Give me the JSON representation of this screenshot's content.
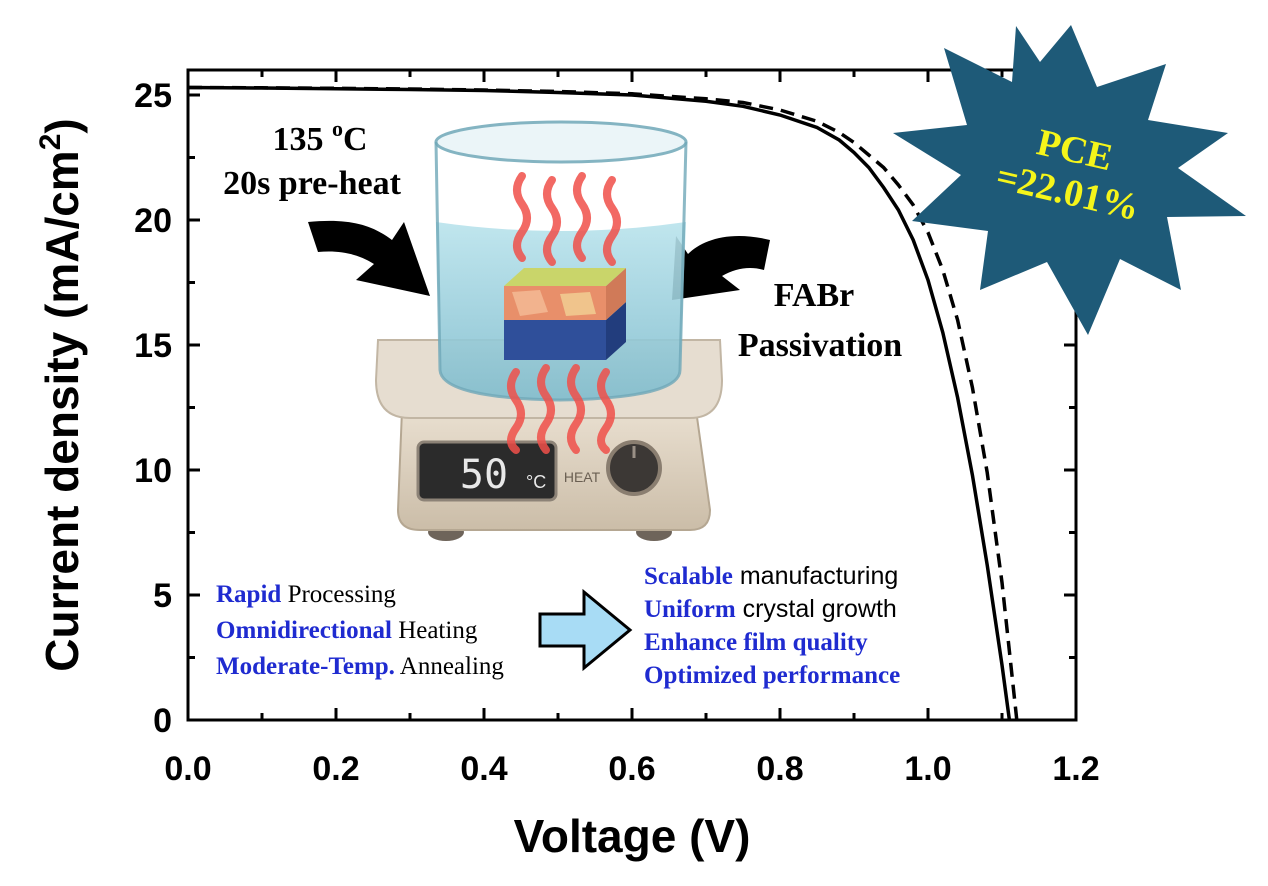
{
  "chart_data": {
    "type": "line",
    "xlabel": "Voltage (V)",
    "ylabel_main": "Current density (mA/cm",
    "ylabel_sup": "2",
    "ylabel_close": ")",
    "xlim": [
      0,
      1.2
    ],
    "ylim": [
      0,
      26
    ],
    "x_ticks": [
      "0.0",
      "0.2",
      "0.4",
      "0.6",
      "0.8",
      "1.0",
      "1.2"
    ],
    "y_ticks": [
      "0",
      "5",
      "10",
      "15",
      "20",
      "25"
    ],
    "grid": false,
    "series": [
      {
        "style": "solid",
        "x": [
          0,
          0.1,
          0.2,
          0.3,
          0.4,
          0.5,
          0.6,
          0.7,
          0.75,
          0.8,
          0.85,
          0.88,
          0.9,
          0.92,
          0.94,
          0.96,
          0.98,
          1.0,
          1.02,
          1.04,
          1.06,
          1.08,
          1.1,
          1.11
        ],
        "y": [
          25.3,
          25.28,
          25.25,
          25.22,
          25.18,
          25.1,
          25.0,
          24.75,
          24.55,
          24.2,
          23.7,
          23.2,
          22.7,
          22.1,
          21.3,
          20.4,
          19.2,
          17.6,
          15.5,
          12.9,
          9.8,
          6.2,
          2.2,
          0
        ]
      },
      {
        "style": "dashed",
        "x": [
          0,
          0.1,
          0.2,
          0.3,
          0.4,
          0.5,
          0.6,
          0.7,
          0.75,
          0.8,
          0.85,
          0.88,
          0.9,
          0.92,
          0.94,
          0.96,
          0.98,
          1.0,
          1.02,
          1.04,
          1.06,
          1.08,
          1.1,
          1.12
        ],
        "y": [
          25.3,
          25.29,
          25.27,
          25.24,
          25.2,
          25.14,
          25.05,
          24.85,
          24.7,
          24.4,
          23.95,
          23.5,
          23.1,
          22.6,
          22.1,
          21.4,
          20.6,
          19.5,
          18.0,
          16.0,
          13.3,
          9.9,
          5.5,
          0
        ]
      }
    ]
  },
  "annotations": {
    "temp": "135 ",
    "temp_sup": "o",
    "temp_unit": "C",
    "preheat": "20s pre-heat",
    "fabr": "FABr",
    "passivation": "Passivation",
    "pce_line1": "PCE",
    "pce_line2": "=22.01%",
    "display_value": "50",
    "display_unit": "°C",
    "heat_label": "HEAT",
    "left_list": [
      {
        "bold": "Rapid",
        "rest": " Processing"
      },
      {
        "bold": "Omnidirectional",
        "rest": " Heating"
      },
      {
        "bold": "Moderate-Temp.",
        "rest": " Annealing"
      }
    ],
    "right_list": [
      {
        "bold": "Scalable",
        "rest": " manufacturing"
      },
      {
        "bold": "Uniform",
        "rest": " crystal growth"
      },
      {
        "bold": "Enhance film quality",
        "rest": ""
      },
      {
        "bold": "Optimized performance",
        "rest": ""
      }
    ]
  },
  "colors": {
    "star_fill": "#1e5a78",
    "pce_text": "#f5f51a",
    "arrow_fill": "#a8dcf5",
    "water": "#8ec8d6",
    "heat_waves": "#f0504a",
    "list_blue": "#1f2bd0"
  }
}
